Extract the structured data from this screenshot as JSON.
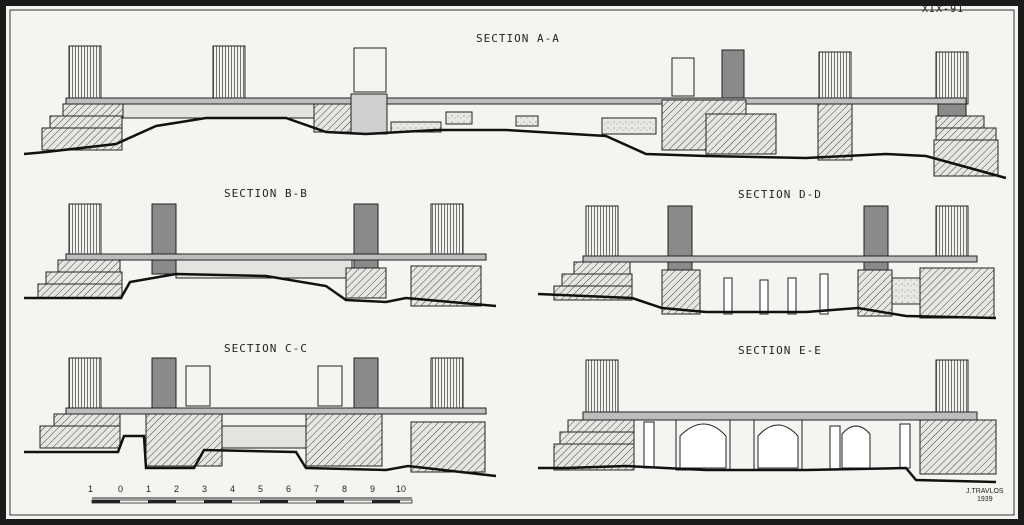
{
  "sheet": {
    "number": "XIX-91"
  },
  "sections": {
    "a": "SECTION A-A",
    "b": "SECTION B-B",
    "c": "SECTION C-C",
    "d": "SECTION D-D",
    "e": "SECTION E-E"
  },
  "scale_bar": {
    "ticks": [
      "1",
      "0",
      "1",
      "2",
      "3",
      "4",
      "5",
      "6",
      "7",
      "8",
      "9",
      "10"
    ]
  },
  "signature": {
    "name": "J.TRAVLOS",
    "year": "1939"
  },
  "colors": {
    "paper": "#f4f4f1",
    "ink": "#222222",
    "stone": "#cfcfcf",
    "dark_stone": "#8a8a8a"
  }
}
